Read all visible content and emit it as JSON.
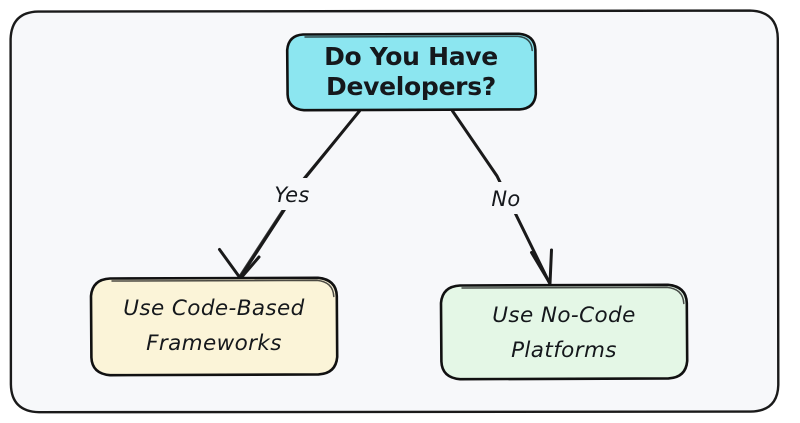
{
  "diagram": {
    "type": "decision-flowchart",
    "background_color": "#f7f8fa",
    "frame_border_color": "#1a1a1a",
    "nodes": [
      {
        "id": "root",
        "role": "decision",
        "line1": "Do You Have",
        "line2": "Developers?",
        "fill": "#8ce6f0",
        "border": "#111111"
      },
      {
        "id": "left",
        "role": "outcome",
        "line1": "Use Code-Based",
        "line2": "Frameworks",
        "fill": "#fbf4d8",
        "border": "#111111"
      },
      {
        "id": "right",
        "role": "outcome",
        "line1": "Use No-Code",
        "line2": "Platforms",
        "fill": "#e4f7e6",
        "border": "#111111"
      }
    ],
    "edges": [
      {
        "id": "edge-yes",
        "from": "root",
        "to": "left",
        "label": "Yes"
      },
      {
        "id": "edge-no",
        "from": "root",
        "to": "right",
        "label": "No"
      }
    ]
  }
}
